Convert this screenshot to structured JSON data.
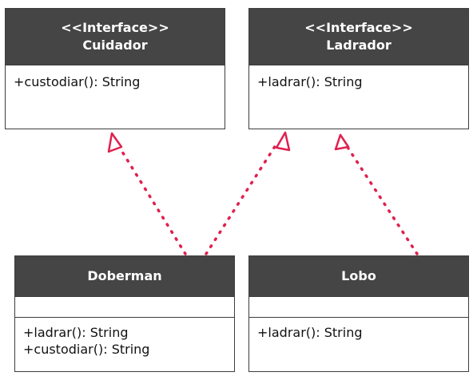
{
  "colors": {
    "header_bg": "#454545",
    "header_text": "#ffffff",
    "border": "#3d3d3d",
    "arrow": "#e0204e"
  },
  "classes": {
    "cuidador": {
      "stereotype": "<<Interface>>",
      "name": "Cuidador",
      "attributes": [],
      "methods": [
        "+custodiar(): String"
      ]
    },
    "ladrador": {
      "stereotype": "<<Interface>>",
      "name": "Ladrador",
      "attributes": [],
      "methods": [
        "+ladrar(): String"
      ]
    },
    "doberman": {
      "name": "Doberman",
      "attributes": [],
      "methods": [
        "+ladrar(): String",
        "+custodiar(): String"
      ]
    },
    "lobo": {
      "name": "Lobo",
      "attributes": [],
      "methods": [
        "+ladrar(): String"
      ]
    }
  },
  "relations": [
    {
      "type": "realization",
      "from": "doberman",
      "to": "cuidador"
    },
    {
      "type": "realization",
      "from": "doberman",
      "to": "ladrador"
    },
    {
      "type": "realization",
      "from": "lobo",
      "to": "ladrador"
    }
  ]
}
